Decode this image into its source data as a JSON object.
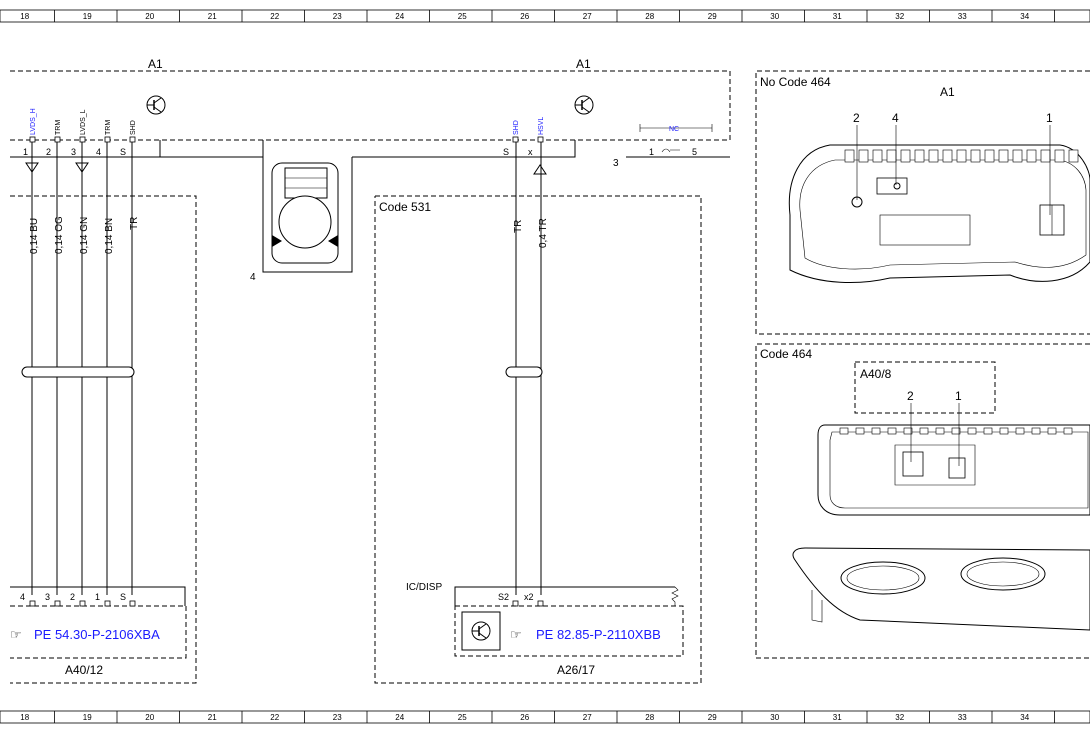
{
  "grid": {
    "columns": [
      "18",
      "19",
      "20",
      "21",
      "22",
      "23",
      "24",
      "25",
      "26",
      "27",
      "28",
      "29",
      "30",
      "31",
      "32",
      "33",
      "34"
    ]
  },
  "components": {
    "a1_left": "A1",
    "a1_mid": "A1",
    "a1_right": "A1",
    "a40_12": "A40/12",
    "a26_17": "A26/17",
    "a40_8": "A40/8",
    "ic_disp": "IC/DISP"
  },
  "codes": {
    "no_code_464": "No Code 464",
    "code_464": "Code 464",
    "code_531": "Code 531"
  },
  "a1_pins_left": [
    {
      "num": "1",
      "signal": "LVDS_H"
    },
    {
      "num": "2",
      "signal": "TRM"
    },
    {
      "num": "3",
      "signal": "LVDS_L"
    },
    {
      "num": "4",
      "signal": "TRM"
    },
    {
      "num": "S",
      "signal": "SHD"
    }
  ],
  "a1_pins_mid": [
    {
      "num": "S",
      "signal": "SHD"
    },
    {
      "num": "x",
      "signal": "HSVL"
    }
  ],
  "nc_label": "NC",
  "nc_pins": [
    "1",
    "5"
  ],
  "connector_3": "3",
  "connector_4": "4",
  "wires_left": [
    "0,14 BU",
    "0,14 OG",
    "0,14 GN",
    "0,14 BN",
    "TR"
  ],
  "wires_mid": [
    "TR",
    "0,4 TR"
  ],
  "a40_12_pins": [
    "4",
    "3",
    "2",
    "1",
    "S"
  ],
  "a26_17_pins": [
    "S2",
    "x2"
  ],
  "refs": {
    "pe_left": "PE 54.30-P-2106XBA",
    "pe_right": "PE 82.85-P-2110XBB"
  },
  "photo_callouts": {
    "top": [
      "2",
      "4",
      "1"
    ],
    "bottom": [
      "2",
      "1"
    ]
  }
}
